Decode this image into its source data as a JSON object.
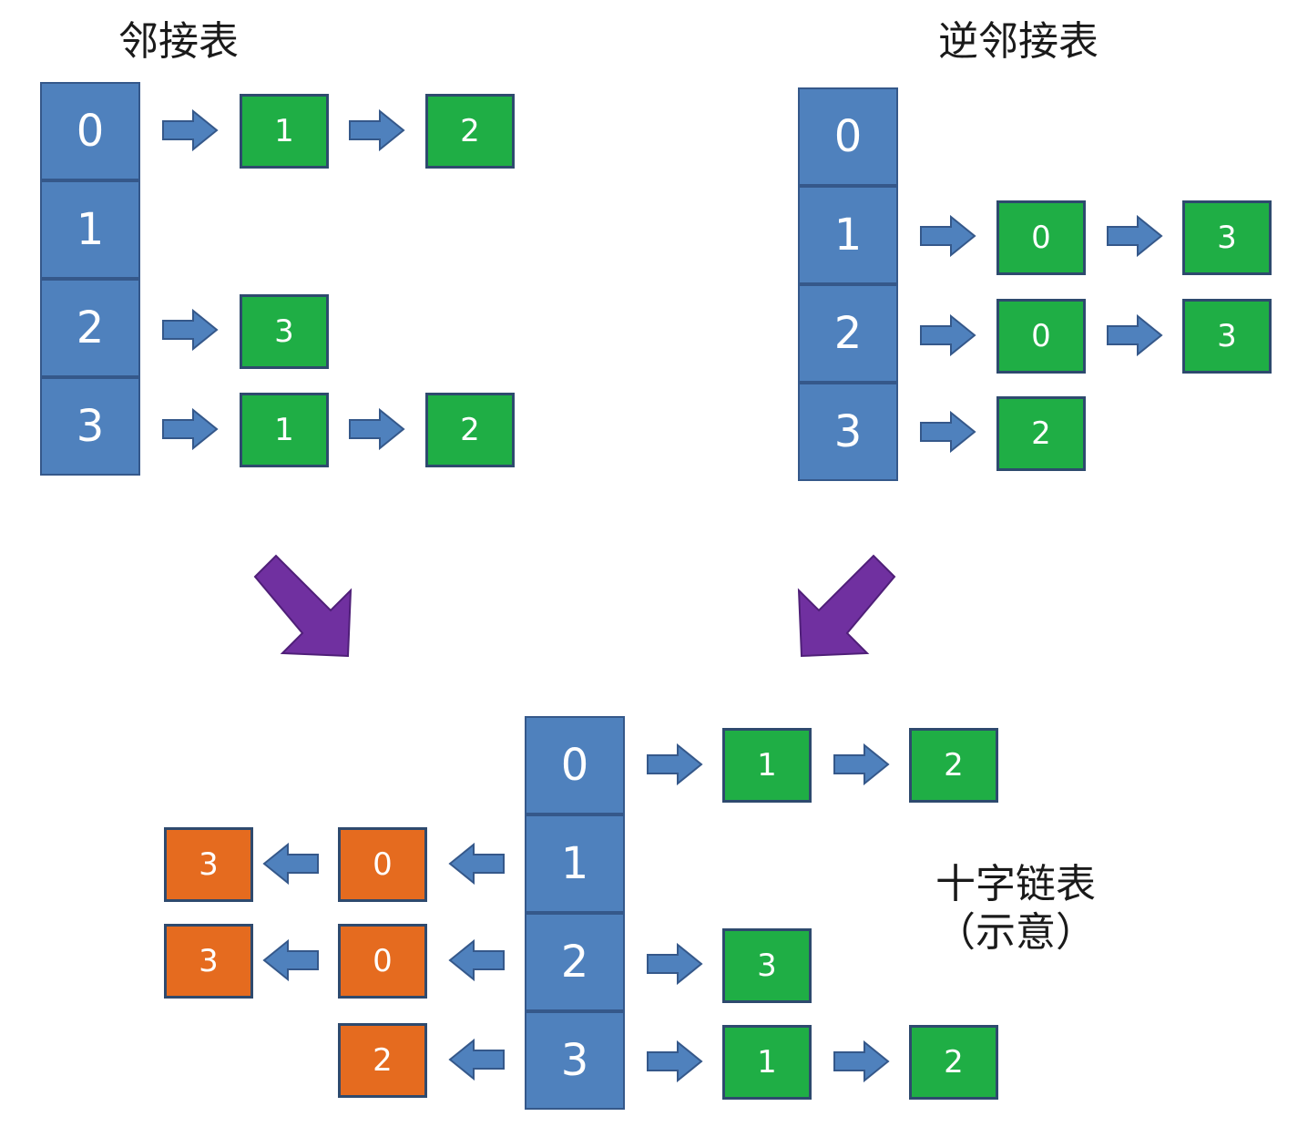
{
  "titles": {
    "adjacency": "邻接表",
    "inverse": "逆邻接表",
    "orthogonal_line1": "十字链表",
    "orthogonal_line2": "（示意）"
  },
  "vertex_labels": [
    "0",
    "1",
    "2",
    "3"
  ],
  "adjacency_list": [
    [
      "1",
      "2"
    ],
    [],
    [
      "3"
    ],
    [
      "1",
      "2"
    ]
  ],
  "inverse_list": [
    [],
    [
      "0",
      "3"
    ],
    [
      "0",
      "3"
    ],
    [
      "2"
    ]
  ],
  "orthogonal_out": [
    [
      "1",
      "2"
    ],
    [],
    [
      "3"
    ],
    [
      "1",
      "2"
    ]
  ],
  "orthogonal_in": [
    [],
    [
      "0",
      "3"
    ],
    [
      "0",
      "3"
    ],
    [
      "2"
    ]
  ],
  "colors": {
    "vertex": "#4f81bd",
    "out_node": "#1fae45",
    "in_node": "#e56b1f",
    "arrow": "#4f81bd",
    "merge_arrow": "#7030a0"
  }
}
